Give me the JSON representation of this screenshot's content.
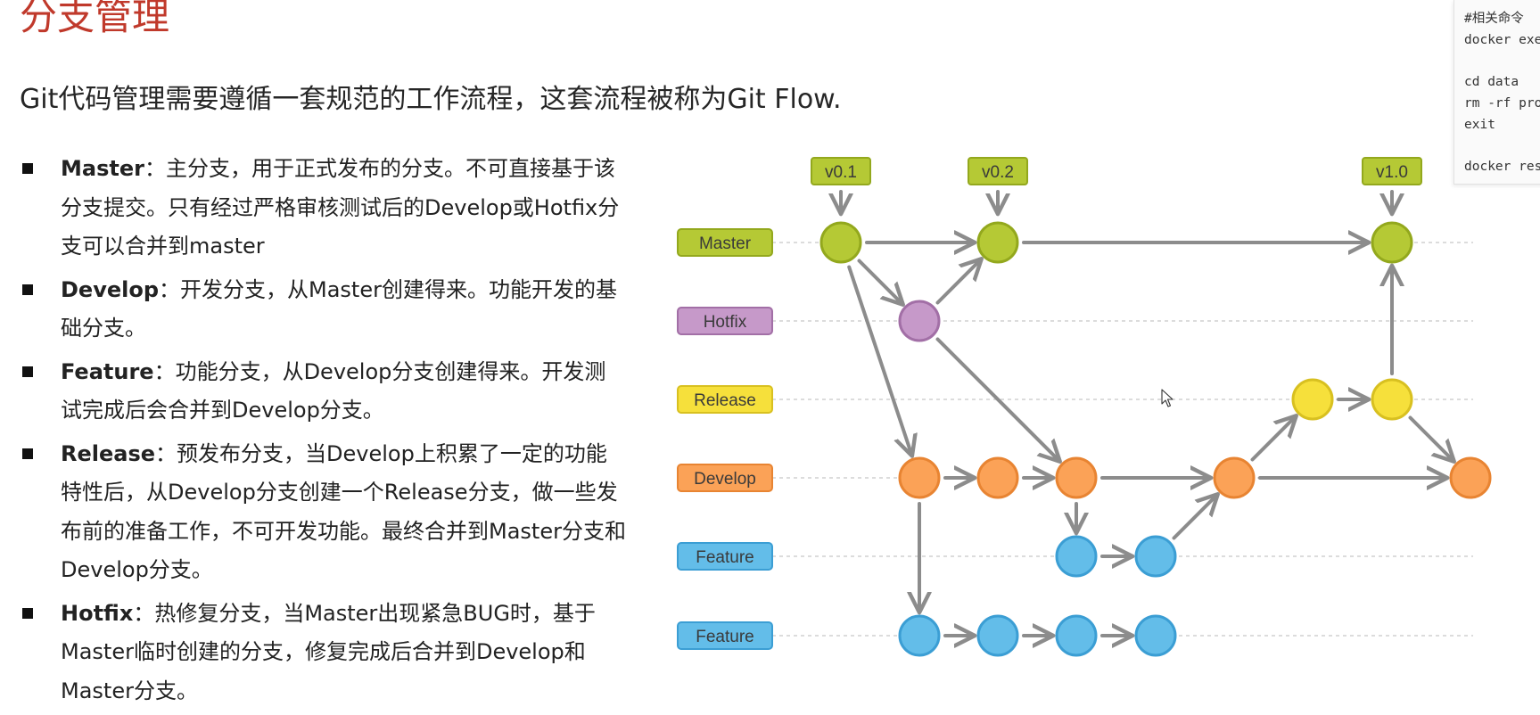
{
  "title": "分支管理",
  "subtitle": "Git代码管理需要遵循一套规范的工作流程，这套流程被称为Git Flow.",
  "bullets": [
    {
      "term": "Master",
      "text": "：主分支，用于正式发布的分支。不可直接基于该分支提交。只有经过严格审核测试后的Develop或Hotfix分支可以合并到master"
    },
    {
      "term": "Develop",
      "text": "：开发分支，从Master创建得来。功能开发的基础分支。"
    },
    {
      "term": "Feature",
      "text": "：功能分支，从Develop分支创建得来。开发测试完成后会合并到Develop分支。"
    },
    {
      "term": "Release",
      "text": "：预发布分支，当Develop上积累了一定的功能特性后，从Develop分支创建一个Release分支，做一些发布前的准备工作，不可开发功能。最终合并到Master分支和Develop分支。"
    },
    {
      "term": "Hotfix",
      "text": "：热修复分支，当Master出现紧急BUG时，基于Master临时创建的分支，修复完成后合并到Develop和Master分支。"
    }
  ],
  "code_panel": {
    "lines": [
      "#相关命令",
      "docker exe",
      "",
      "cd data",
      "rm -rf pro",
      "exit",
      "",
      "docker res"
    ]
  },
  "diagram": {
    "lanes": [
      {
        "label": "Master",
        "color": "#b5c935",
        "border": "#93a81d",
        "text": "#3a3a3a"
      },
      {
        "label": "Hotfix",
        "color": "#c699c9",
        "border": "#a26fa6",
        "text": "#3a3a3a"
      },
      {
        "label": "Release",
        "color": "#f6e03b",
        "border": "#d8c020",
        "text": "#3a3a3a"
      },
      {
        "label": "Develop",
        "color": "#fba257",
        "border": "#e88432",
        "text": "#3a3a3a"
      },
      {
        "label": "Feature",
        "color": "#63bde9",
        "border": "#3b9ed4",
        "text": "#3a3a3a"
      },
      {
        "label": "Feature",
        "color": "#63bde9",
        "border": "#3b9ed4",
        "text": "#3a3a3a"
      }
    ],
    "tags": [
      {
        "label": "v0.1",
        "node": "m1"
      },
      {
        "label": "v0.2",
        "node": "m2"
      },
      {
        "label": "v1.0",
        "node": "m3"
      }
    ],
    "nodes": [
      {
        "id": "m1",
        "lane": 0,
        "col": 0
      },
      {
        "id": "m2",
        "lane": 0,
        "col": 2
      },
      {
        "id": "m3",
        "lane": 0,
        "col": 7
      },
      {
        "id": "h1",
        "lane": 1,
        "col": 1
      },
      {
        "id": "r1",
        "lane": 2,
        "col": 6
      },
      {
        "id": "r2",
        "lane": 2,
        "col": 7
      },
      {
        "id": "d1",
        "lane": 3,
        "col": 1
      },
      {
        "id": "d2",
        "lane": 3,
        "col": 2
      },
      {
        "id": "d3",
        "lane": 3,
        "col": 3
      },
      {
        "id": "d4",
        "lane": 3,
        "col": 5
      },
      {
        "id": "d5",
        "lane": 3,
        "col": 8
      },
      {
        "id": "fa1",
        "lane": 4,
        "col": 3
      },
      {
        "id": "fa2",
        "lane": 4,
        "col": 4
      },
      {
        "id": "fb1",
        "lane": 5,
        "col": 1
      },
      {
        "id": "fb2",
        "lane": 5,
        "col": 2
      },
      {
        "id": "fb3",
        "lane": 5,
        "col": 3
      },
      {
        "id": "fb4",
        "lane": 5,
        "col": 4
      }
    ],
    "edges": [
      [
        "m1",
        "m2"
      ],
      [
        "m2",
        "m3"
      ],
      [
        "m1",
        "h1"
      ],
      [
        "h1",
        "m2"
      ],
      [
        "m1",
        "d1"
      ],
      [
        "h1",
        "d3"
      ],
      [
        "d1",
        "d2"
      ],
      [
        "d2",
        "d3"
      ],
      [
        "d3",
        "d4"
      ],
      [
        "d4",
        "d5"
      ],
      [
        "d3",
        "fa1"
      ],
      [
        "fa1",
        "fa2"
      ],
      [
        "fa2",
        "d4"
      ],
      [
        "d4",
        "r1"
      ],
      [
        "r1",
        "r2"
      ],
      [
        "r2",
        "m3"
      ],
      [
        "r2",
        "d5"
      ],
      [
        "d1",
        "fb1"
      ],
      [
        "fb1",
        "fb2"
      ],
      [
        "fb2",
        "fb3"
      ],
      [
        "fb3",
        "fb4"
      ]
    ],
    "colors": {
      "arrow": "#8c8c8c",
      "lane_line": "#c8c8c8"
    }
  }
}
